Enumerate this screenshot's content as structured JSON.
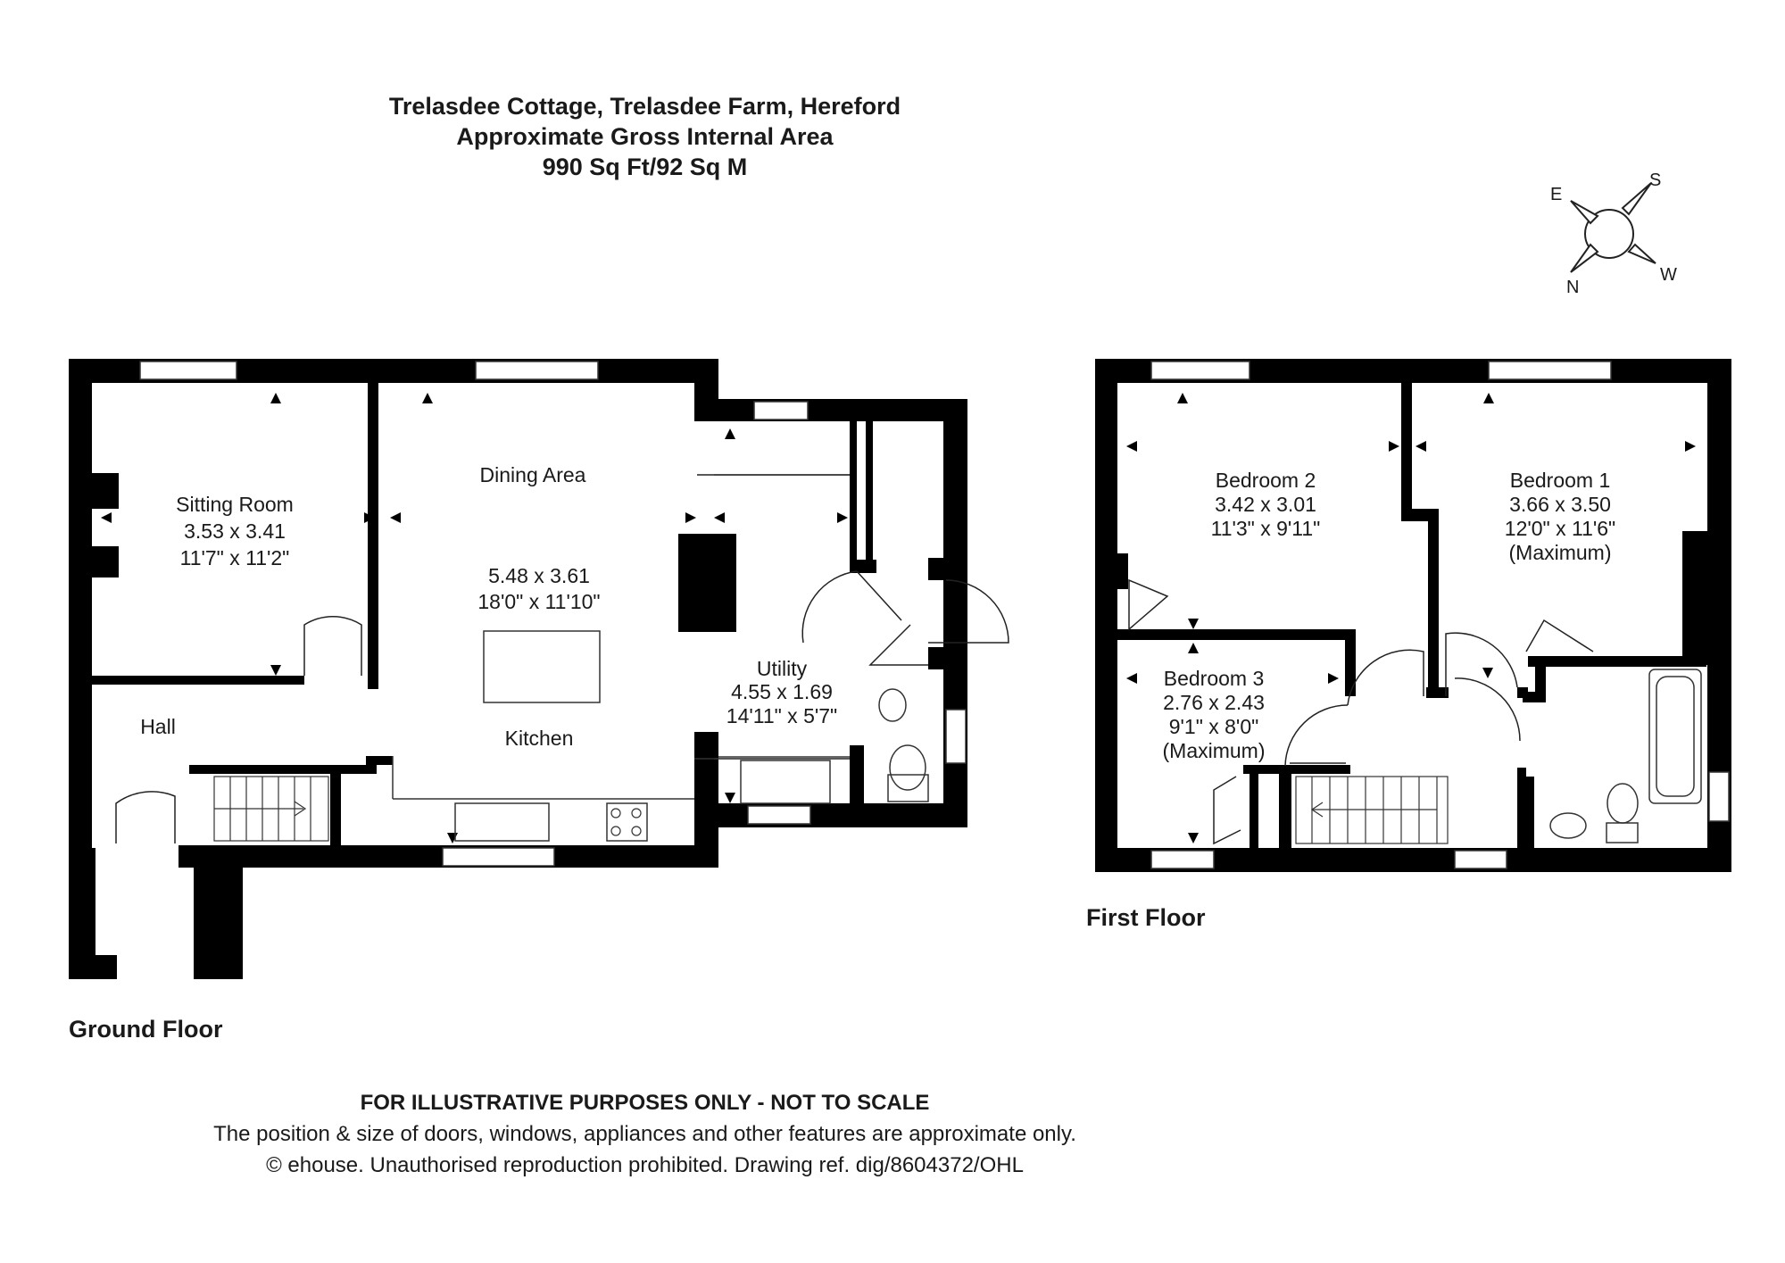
{
  "header": {
    "title": "Trelasdee Cottage, Trelasdee Farm, Hereford",
    "subtitle": "Approximate Gross Internal Area",
    "area": "990 Sq Ft/92 Sq M"
  },
  "compass": {
    "e": "E",
    "s": "S",
    "n": "N",
    "w": "W"
  },
  "ground_floor": {
    "label": "Ground Floor",
    "sitting_room": {
      "name": "Sitting Room",
      "metric": "3.53 x 3.41",
      "imperial": "11'7\" x 11'2\""
    },
    "dining": {
      "name": "Dining Area",
      "metric": "5.48 x 3.61",
      "imperial": "18'0\" x 11'10\""
    },
    "kitchen": {
      "name": "Kitchen"
    },
    "hall": {
      "name": "Hall"
    },
    "utility": {
      "name": "Utility",
      "metric": "4.55 x 1.69",
      "imperial": "14'11\" x 5'7\""
    }
  },
  "first_floor": {
    "label": "First Floor",
    "bedroom2": {
      "name": "Bedroom 2",
      "metric": "3.42 x 3.01",
      "imperial": "11'3\" x 9'11\""
    },
    "bedroom1": {
      "name": "Bedroom 1",
      "metric": "3.66 x 3.50",
      "imperial": "12'0\" x 11'6\"",
      "note": "(Maximum)"
    },
    "bedroom3": {
      "name": "Bedroom 3",
      "metric": "2.76 x 2.43",
      "imperial": "9'1\" x 8'0\"",
      "note": "(Maximum)"
    }
  },
  "footer": {
    "disclaimer": "FOR ILLUSTRATIVE PURPOSES ONLY - NOT TO SCALE",
    "note": "The position & size of doors, windows, appliances and other features are approximate only.",
    "copyright": "© ehouse. Unauthorised reproduction prohibited. Drawing ref. dig/8604372/OHL"
  }
}
